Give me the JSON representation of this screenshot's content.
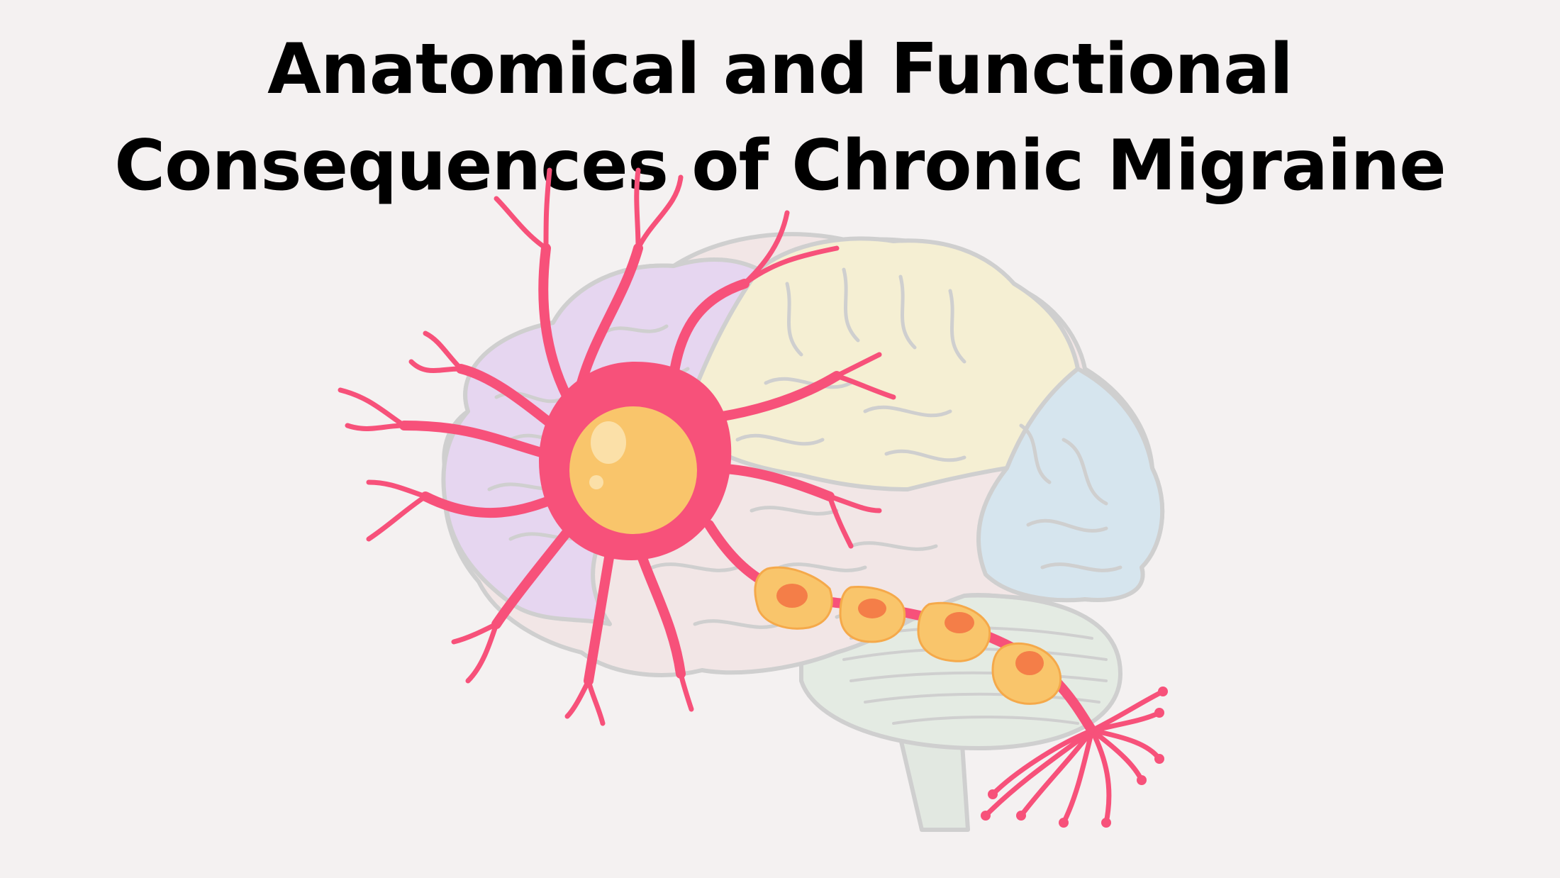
{
  "title": {
    "line1": "Anatomical and Functional",
    "line2": "Consequences of Chronic Migraine"
  },
  "illustration": {
    "subject": "brain-with-neuron",
    "colors": {
      "background": "#f4f1f1",
      "brain_outline": "#cfcfcf",
      "frontal_lobe": "#e6d6f0",
      "parietal_lobe": "#f5efd3",
      "temporal_lobe": "#f2e6e6",
      "occipital_lobe": "#d6e5ee",
      "cerebellum": "#e4ebe3",
      "brainstem": "#e2e8e1",
      "neuron": "#f7517a",
      "nucleus": "#f9c56b",
      "nucleus_highlight": "#fbe0a8",
      "myelin": "#f9c56b",
      "myelin_core": "#f47e48"
    }
  }
}
